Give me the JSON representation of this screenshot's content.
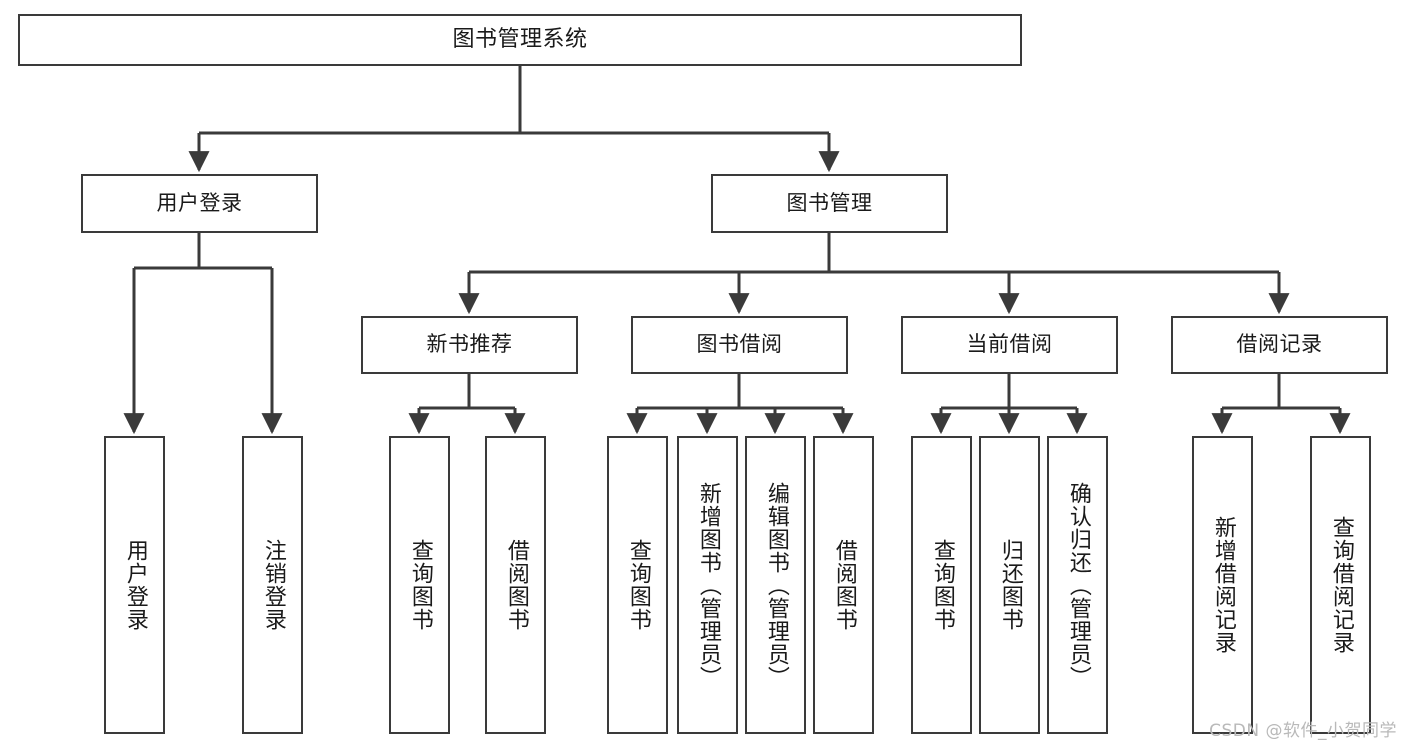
{
  "diagram": {
    "title": "图书管理系统",
    "stroke_color": "#3a3a3a",
    "text_color": "#1a1a1a",
    "background": "#ffffff",
    "root": {
      "label": "图书管理系统"
    },
    "level1": [
      {
        "label": "用户登录"
      },
      {
        "label": "图书管理"
      }
    ],
    "level2": [
      {
        "label": "新书推荐"
      },
      {
        "label": "图书借阅"
      },
      {
        "label": "当前借阅"
      },
      {
        "label": "借阅记录"
      }
    ],
    "leaves": {
      "user_login": [
        {
          "label": "用户登录"
        },
        {
          "label": "注销登录"
        }
      ],
      "new_book_recommend": [
        {
          "label": "查询图书"
        },
        {
          "label": "借阅图书"
        }
      ],
      "book_borrow": [
        {
          "label": "查询图书"
        },
        {
          "label": "新增图书（管理员）"
        },
        {
          "label": "编辑图书（管理员）"
        },
        {
          "label": "借阅图书"
        }
      ],
      "current_borrow": [
        {
          "label": "查询图书"
        },
        {
          "label": "归还图书"
        },
        {
          "label": "确认归还（管理员）"
        }
      ],
      "borrow_record": [
        {
          "label": "新增借阅记录"
        },
        {
          "label": "查询借阅记录"
        }
      ]
    }
  },
  "watermark": {
    "text": "CSDN @软件_小贺同学"
  }
}
